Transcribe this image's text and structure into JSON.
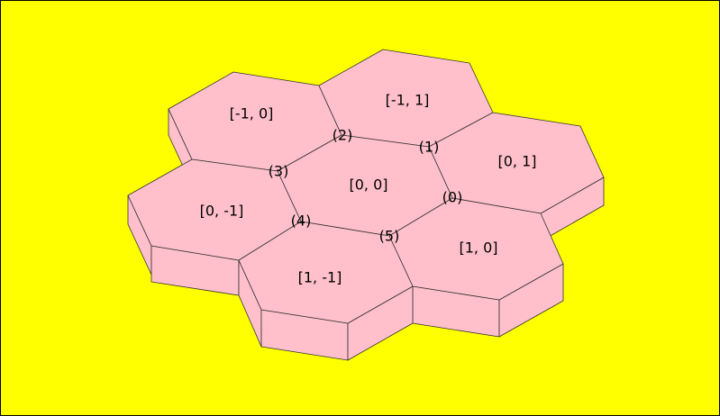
{
  "colors": {
    "background": "#ffff00",
    "tile_fill": "#ffc0cb",
    "edge": "#333333"
  },
  "tiles": [
    {
      "label": "[-1, 0]"
    },
    {
      "label": "[-1, 1]"
    },
    {
      "label": "[0, 1]"
    },
    {
      "label": "[0, 0]"
    },
    {
      "label": "[0, -1]"
    },
    {
      "label": "[1, 0]"
    },
    {
      "label": "[1, -1]"
    }
  ],
  "vertex_labels": [
    "(0)",
    "(1)",
    "(2)",
    "(3)",
    "(4)",
    "(5)"
  ]
}
